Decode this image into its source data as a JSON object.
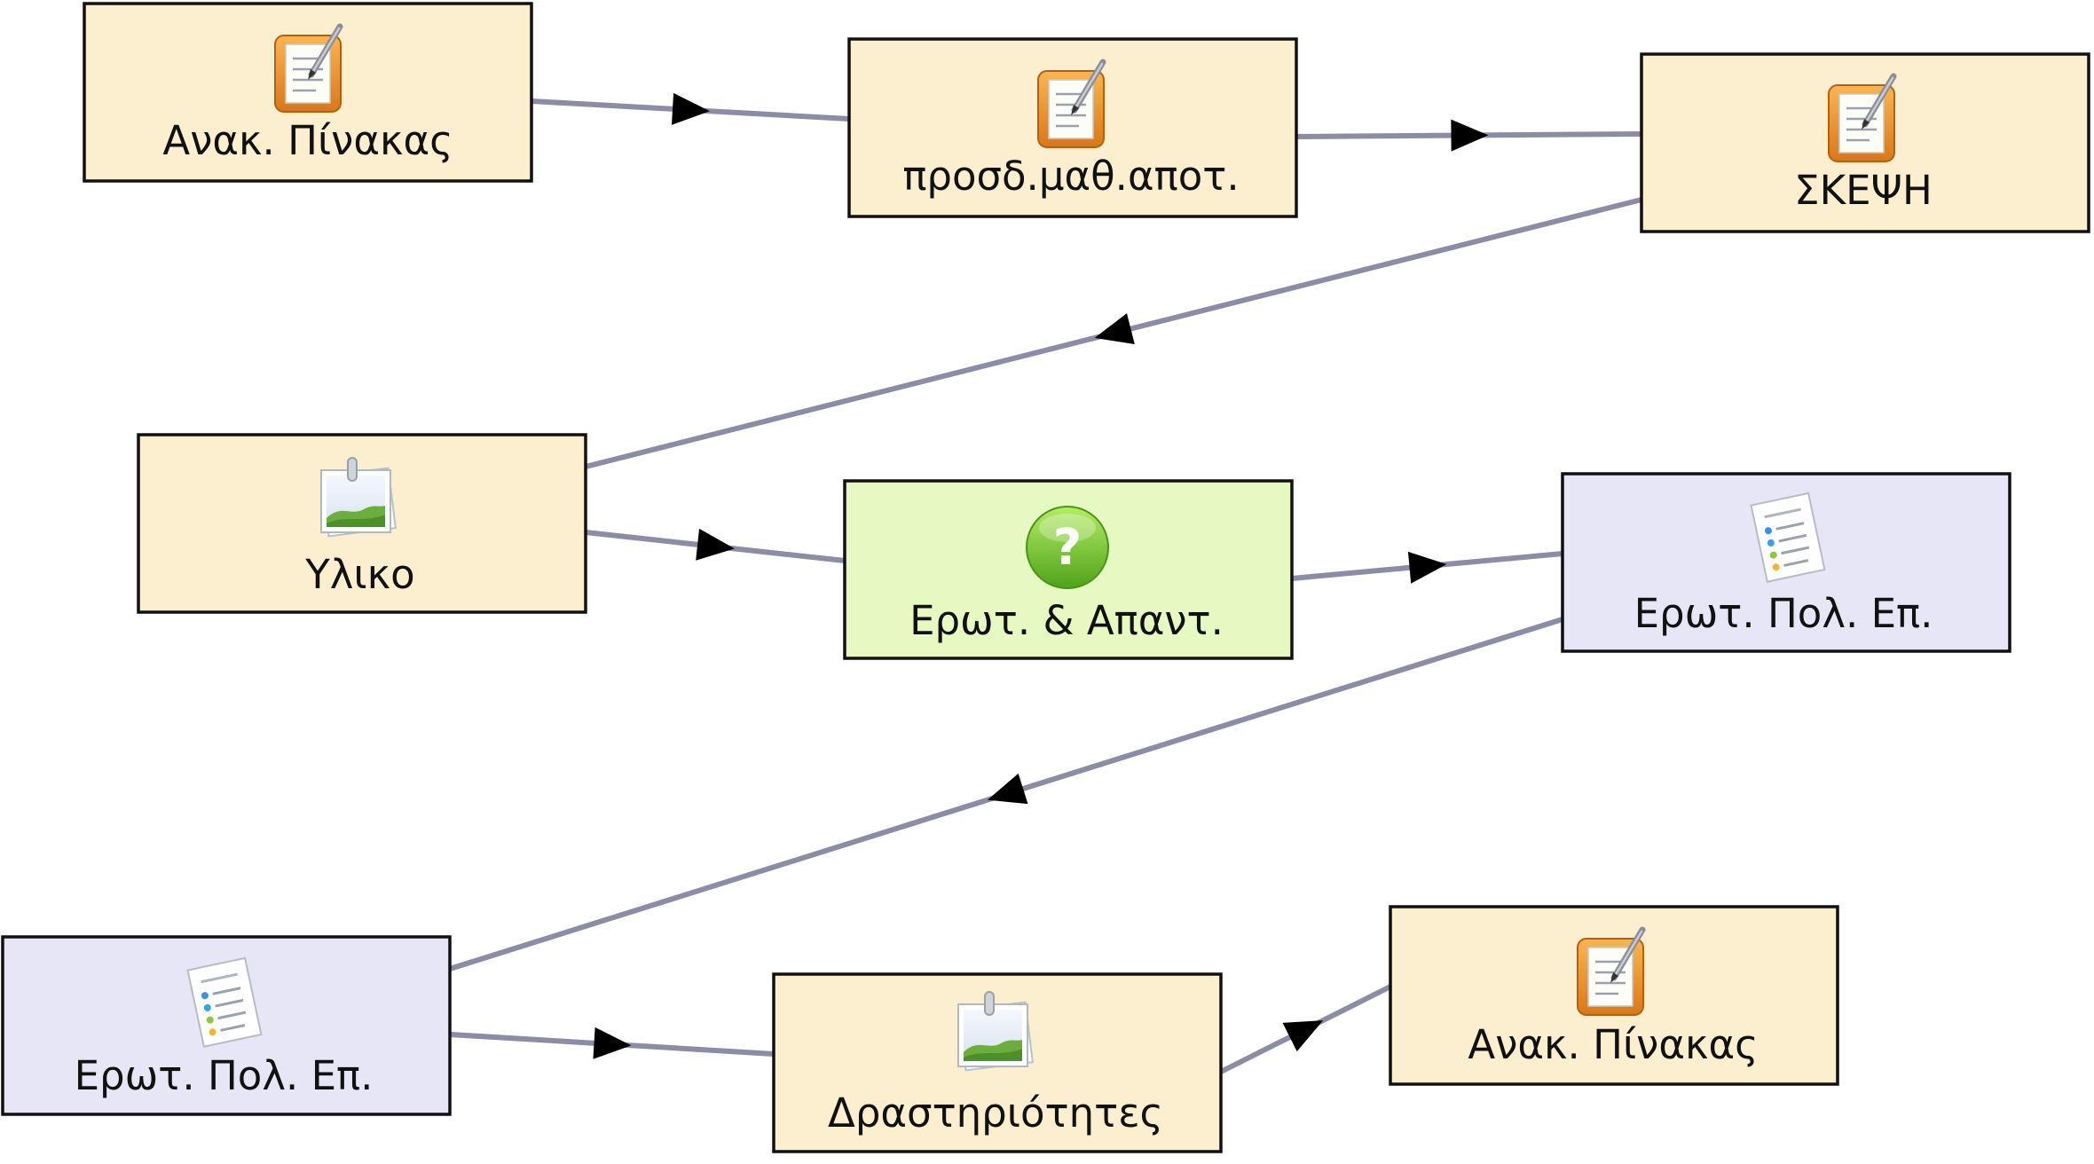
{
  "colors": {
    "activity": "#fcefd0",
    "question": "#e6f9c2",
    "quiz": "#e6e6f6",
    "connector": "#8c8ca6",
    "border": "#111111"
  },
  "nodes": [
    {
      "id": "n1",
      "label": "Ανακ. Πίνακας",
      "icon": "notebook-icon",
      "kind": "activity"
    },
    {
      "id": "n2",
      "label": "προσδ.μαθ.αποτ.",
      "icon": "notebook-icon",
      "kind": "activity"
    },
    {
      "id": "n3",
      "label": "ΣΚΕΨΗ",
      "icon": "notebook-icon",
      "kind": "activity"
    },
    {
      "id": "n4",
      "label": "Υλικο",
      "icon": "image-icon",
      "kind": "activity"
    },
    {
      "id": "n5",
      "label": "Ερωτ. & Απαντ.",
      "icon": "question-icon",
      "kind": "question"
    },
    {
      "id": "n6",
      "label": "Ερωτ. Πολ. Επ.",
      "icon": "checklist-icon",
      "kind": "quiz"
    },
    {
      "id": "n7",
      "label": "Ερωτ. Πολ. Επ.",
      "icon": "checklist-icon",
      "kind": "quiz"
    },
    {
      "id": "n8",
      "label": "Δραστηριότητες",
      "icon": "image-icon",
      "kind": "activity"
    },
    {
      "id": "n9",
      "label": "Ανακ. Πίνακας",
      "icon": "notebook-icon",
      "kind": "activity"
    }
  ],
  "edges": [
    {
      "from": "n1",
      "to": "n2"
    },
    {
      "from": "n2",
      "to": "n3"
    },
    {
      "from": "n3",
      "to": "n4"
    },
    {
      "from": "n4",
      "to": "n5"
    },
    {
      "from": "n5",
      "to": "n6"
    },
    {
      "from": "n6",
      "to": "n7"
    },
    {
      "from": "n7",
      "to": "n8"
    },
    {
      "from": "n8",
      "to": "n9"
    }
  ]
}
